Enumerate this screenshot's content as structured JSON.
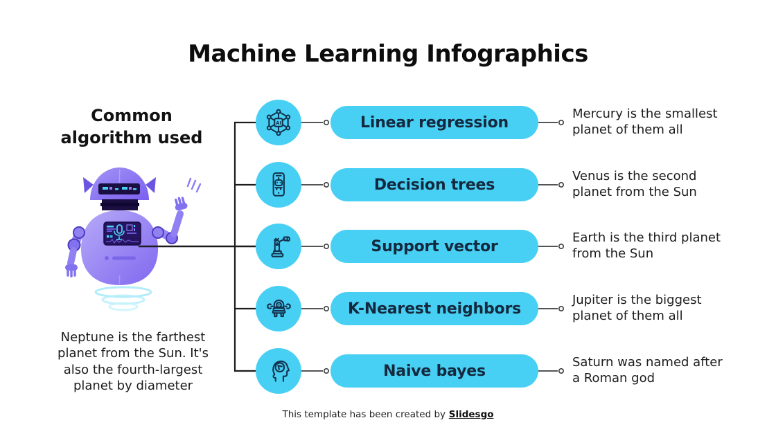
{
  "title": "Machine Learning Infographics",
  "left_panel": {
    "heading": "Common\nalgorithm used",
    "note": "Neptune is the farthest\nplanet from the Sun. It's\nalso the fourth-largest\nplanet by diameter"
  },
  "rows": [
    {
      "icon": "ai-network-icon",
      "label": "Linear regression",
      "description": "Mercury is the smallest\nplanet of them all"
    },
    {
      "icon": "chatbot-phone-icon",
      "label": "Decision trees",
      "description": "Venus is the second\nplanet from the Sun"
    },
    {
      "icon": "robot-arm-icon",
      "label": "Support vector",
      "description": "Earth is the third planet\nfrom the Sun"
    },
    {
      "icon": "mini-robot-icon",
      "label": "K-Nearest neighbors",
      "description": "Jupiter is the biggest\nplanet of them all"
    },
    {
      "icon": "ai-head-icon",
      "label": "Naive bayes",
      "description": "Saturn was named after\na Roman god"
    }
  ],
  "footer": {
    "prefix": "This template has been created by",
    "brand": "Slidesgo"
  },
  "colors": {
    "accent_cyan": "#48D0F4",
    "pill_text": "#14293E",
    "icon_stroke": "#13324E",
    "connector": "#1C1C1C",
    "robot_purple": "#8F7CF2",
    "robot_dark": "#1B0F42",
    "screen_cyan": "#4FD4F6"
  }
}
